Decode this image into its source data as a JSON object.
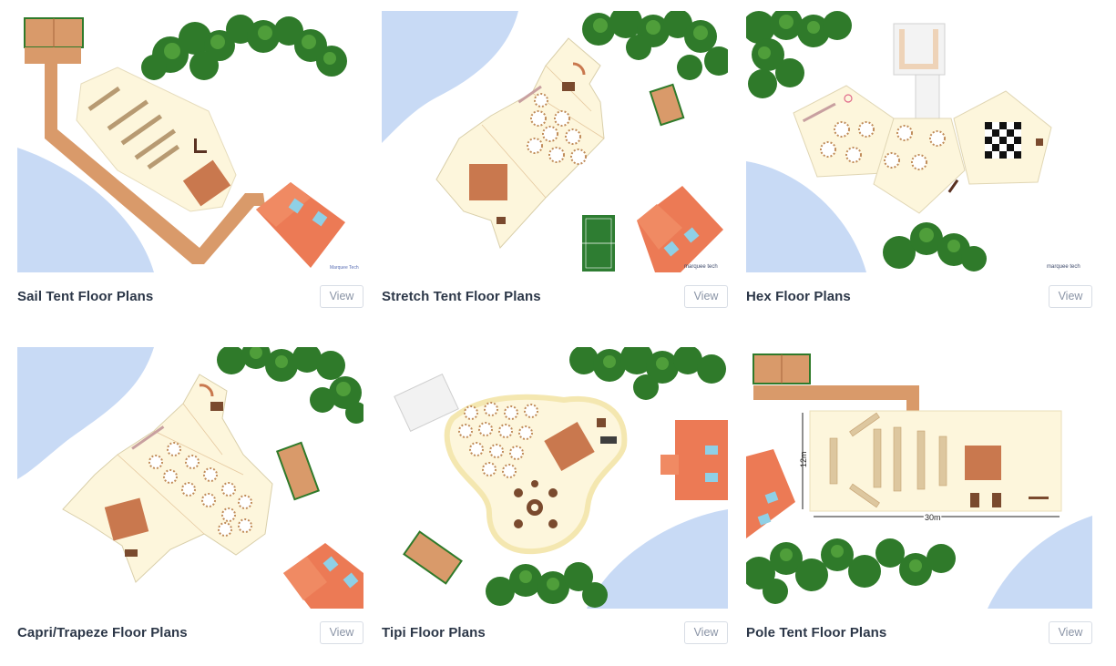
{
  "floor_plans": [
    {
      "title": "Sail Tent Floor Plans",
      "view_label": "View",
      "watermark": "Marquee Tech"
    },
    {
      "title": "Stretch Tent Floor Plans",
      "view_label": "View",
      "watermark": "marquee tech"
    },
    {
      "title": "Hex Floor Plans",
      "view_label": "View",
      "watermark": "marquee tech"
    },
    {
      "title": "Capri/Trapeze Floor Plans",
      "view_label": "View"
    },
    {
      "title": "Tipi Floor Plans",
      "view_label": "View"
    },
    {
      "title": "Pole Tent Floor Plans",
      "view_label": "View",
      "dimension_height": "12m",
      "dimension_width": "30m"
    }
  ],
  "colors": {
    "tent_fill": "#fdf6dc",
    "water": "#c8daf5",
    "building_roof": "#ec7a55",
    "deck": "#d99a6a",
    "tree": "#2f7a2a",
    "title_text": "#2c3748"
  }
}
